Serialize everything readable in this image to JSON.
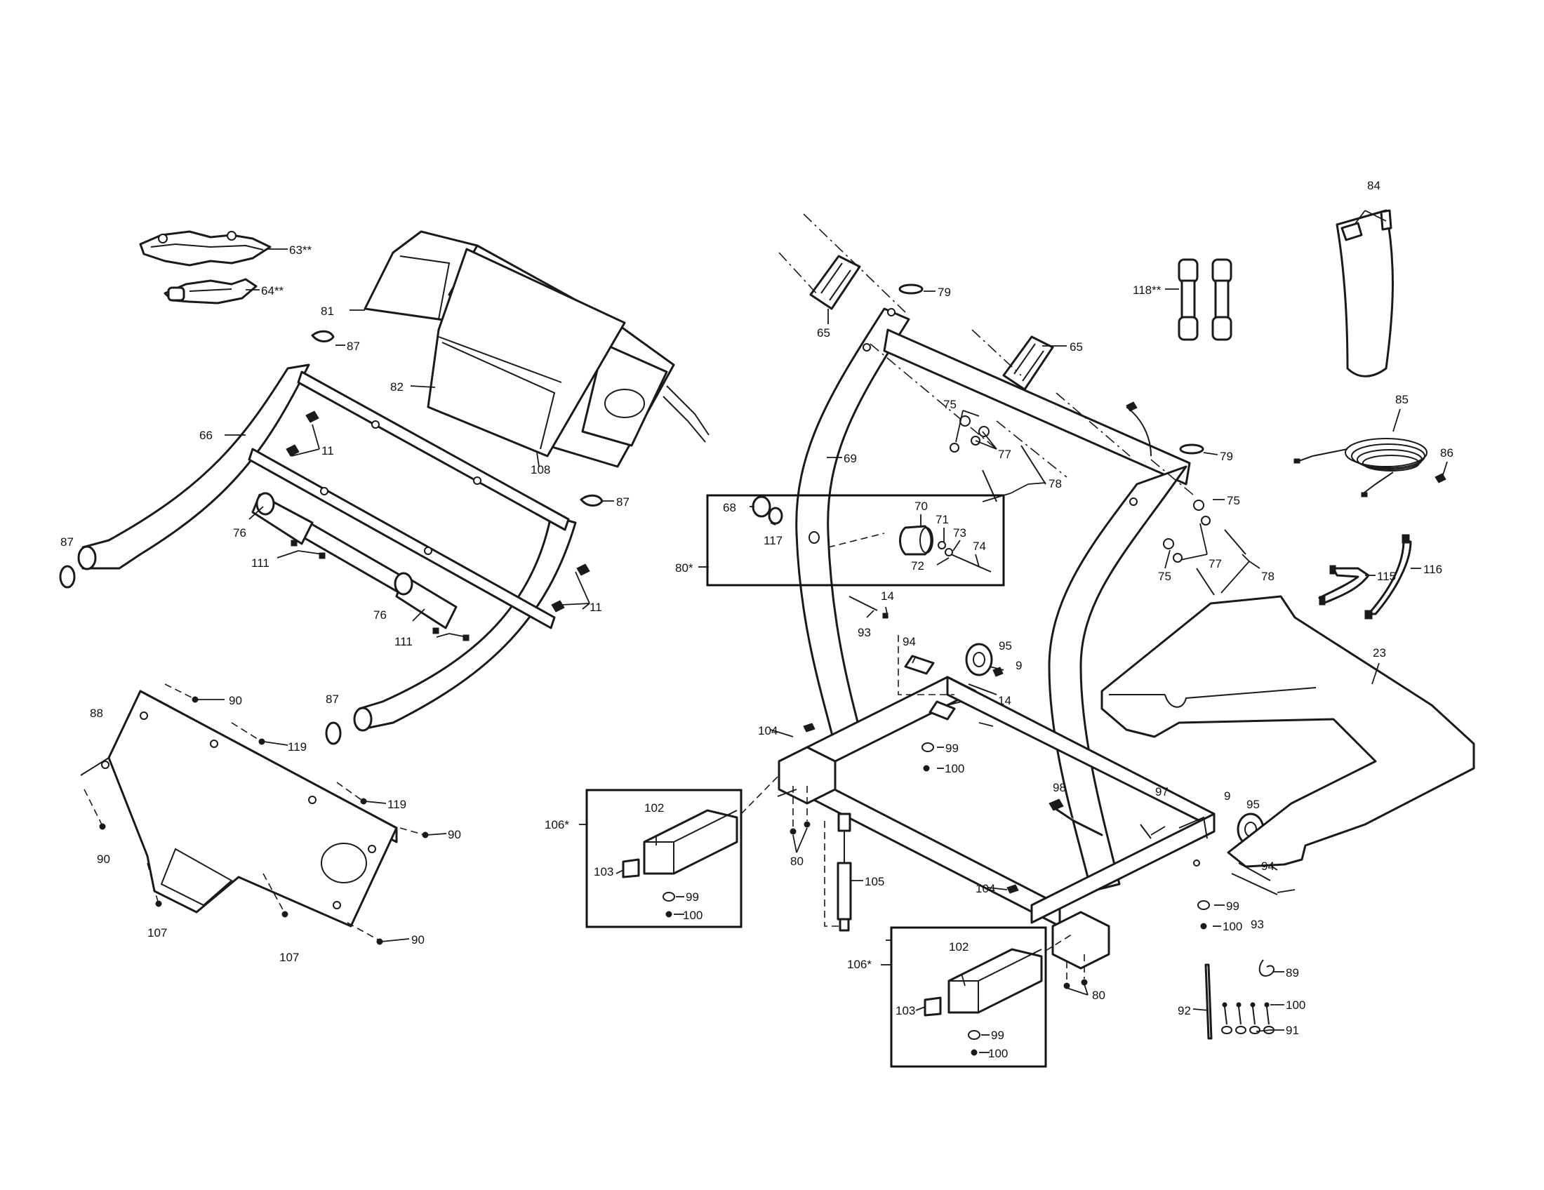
{
  "callouts": [
    {
      "id": "c63",
      "text": "63**"
    },
    {
      "id": "c64",
      "text": "64**"
    },
    {
      "id": "c81",
      "text": "81"
    },
    {
      "id": "c82",
      "text": "82"
    },
    {
      "id": "c87a",
      "text": "87"
    },
    {
      "id": "c87b",
      "text": "87"
    },
    {
      "id": "c87c",
      "text": "87"
    },
    {
      "id": "c87d",
      "text": "87"
    },
    {
      "id": "c66",
      "text": "66"
    },
    {
      "id": "c11a",
      "text": "11"
    },
    {
      "id": "c11b",
      "text": "11"
    },
    {
      "id": "c108",
      "text": "108"
    },
    {
      "id": "c76a",
      "text": "76"
    },
    {
      "id": "c76b",
      "text": "76"
    },
    {
      "id": "c111a",
      "text": "111"
    },
    {
      "id": "c111b",
      "text": "111"
    },
    {
      "id": "c88",
      "text": "88"
    },
    {
      "id": "c90a",
      "text": "90"
    },
    {
      "id": "c90b",
      "text": "90"
    },
    {
      "id": "c90c",
      "text": "90"
    },
    {
      "id": "c90d",
      "text": "90"
    },
    {
      "id": "c119a",
      "text": "119"
    },
    {
      "id": "c119b",
      "text": "119"
    },
    {
      "id": "c107a",
      "text": "107"
    },
    {
      "id": "c107b",
      "text": "107"
    },
    {
      "id": "c65a",
      "text": "65"
    },
    {
      "id": "c65b",
      "text": "65"
    },
    {
      "id": "c79a",
      "text": "79"
    },
    {
      "id": "c79b",
      "text": "79"
    },
    {
      "id": "c69",
      "text": "69"
    },
    {
      "id": "c75a",
      "text": "75"
    },
    {
      "id": "c75b",
      "text": "75"
    },
    {
      "id": "c75c",
      "text": "75"
    },
    {
      "id": "c77a",
      "text": "77"
    },
    {
      "id": "c77b",
      "text": "77"
    },
    {
      "id": "c78a",
      "text": "78"
    },
    {
      "id": "c78b",
      "text": "78"
    },
    {
      "id": "c68",
      "text": "68"
    },
    {
      "id": "c117",
      "text": "117"
    },
    {
      "id": "c70",
      "text": "70"
    },
    {
      "id": "c71",
      "text": "71"
    },
    {
      "id": "c73",
      "text": "73"
    },
    {
      "id": "c74",
      "text": "74"
    },
    {
      "id": "c72",
      "text": "72"
    },
    {
      "id": "c80star",
      "text": "80*"
    },
    {
      "id": "c93a",
      "text": "93"
    },
    {
      "id": "c93b",
      "text": "93"
    },
    {
      "id": "c14a",
      "text": "14"
    },
    {
      "id": "c14b",
      "text": "14"
    },
    {
      "id": "c94a",
      "text": "94"
    },
    {
      "id": "c94b",
      "text": "94"
    },
    {
      "id": "c95a",
      "text": "95"
    },
    {
      "id": "c95b",
      "text": "95"
    },
    {
      "id": "c9a",
      "text": "9"
    },
    {
      "id": "c9b",
      "text": "9"
    },
    {
      "id": "c99a",
      "text": "99"
    },
    {
      "id": "c99b",
      "text": "99"
    },
    {
      "id": "c99c",
      "text": "99"
    },
    {
      "id": "c99d",
      "text": "99"
    },
    {
      "id": "c100a",
      "text": "100"
    },
    {
      "id": "c100b",
      "text": "100"
    },
    {
      "id": "c100c",
      "text": "100"
    },
    {
      "id": "c100d",
      "text": "100"
    },
    {
      "id": "c100e",
      "text": "100"
    },
    {
      "id": "c104a",
      "text": "104"
    },
    {
      "id": "c104b",
      "text": "104"
    },
    {
      "id": "c102a",
      "text": "102"
    },
    {
      "id": "c102b",
      "text": "102"
    },
    {
      "id": "c103a",
      "text": "103"
    },
    {
      "id": "c103b",
      "text": "103"
    },
    {
      "id": "c106a",
      "text": "106*"
    },
    {
      "id": "c106b",
      "text": "106*"
    },
    {
      "id": "c80a",
      "text": "80"
    },
    {
      "id": "c80b",
      "text": "80"
    },
    {
      "id": "c105",
      "text": "105"
    },
    {
      "id": "c98",
      "text": "98"
    },
    {
      "id": "c97",
      "text": "97"
    },
    {
      "id": "c84",
      "text": "84"
    },
    {
      "id": "c118",
      "text": "118**"
    },
    {
      "id": "c85",
      "text": "85"
    },
    {
      "id": "c86",
      "text": "86"
    },
    {
      "id": "c115",
      "text": "115"
    },
    {
      "id": "c116",
      "text": "116"
    },
    {
      "id": "c23",
      "text": "23"
    },
    {
      "id": "c89",
      "text": "89"
    },
    {
      "id": "c92",
      "text": "92"
    },
    {
      "id": "c91",
      "text": "91"
    }
  ]
}
